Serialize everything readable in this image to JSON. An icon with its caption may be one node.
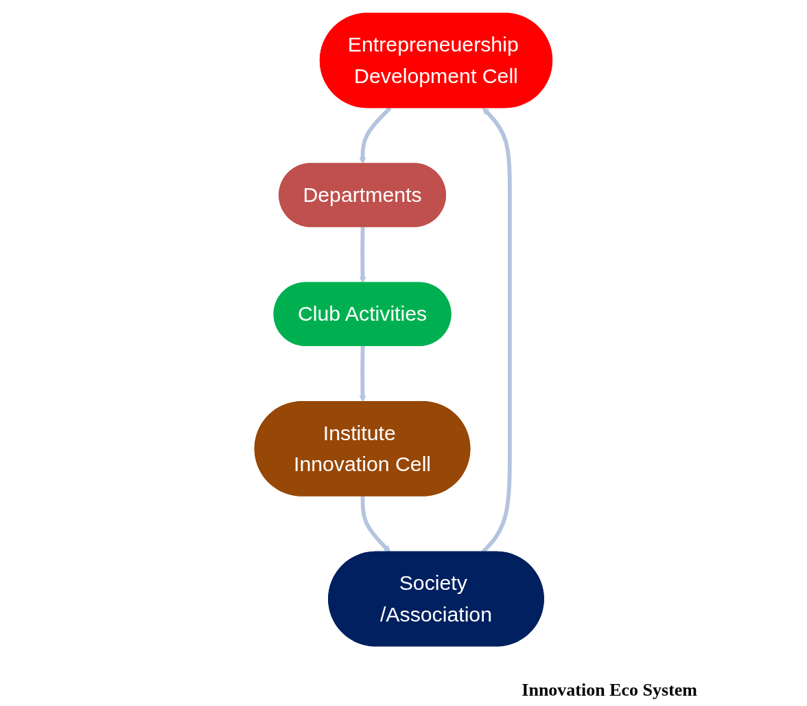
{
  "diagram": {
    "caption": "Innovation Eco System",
    "nodes": [
      {
        "text": [
          "Entrepreneuership Development Cell"
        ]
      },
      {
        "text": [
          "Departments"
        ]
      },
      {
        "text": [
          "Club Activities"
        ]
      },
      {
        "text": [
          "Institute Innovation Cell"
        ]
      },
      {
        "text": [
          "Society /Association"
        ]
      }
    ],
    "edges": [
      {
        "from": 0,
        "to": 1,
        "arrow": "to"
      },
      {
        "from": 1,
        "to": 2,
        "arrow": "to"
      },
      {
        "from": 2,
        "to": 3,
        "arrow": "to"
      },
      {
        "from": 3,
        "to": 4,
        "arrow": "to"
      },
      {
        "from": 4,
        "to": 0,
        "arrow": "to"
      }
    ]
  }
}
